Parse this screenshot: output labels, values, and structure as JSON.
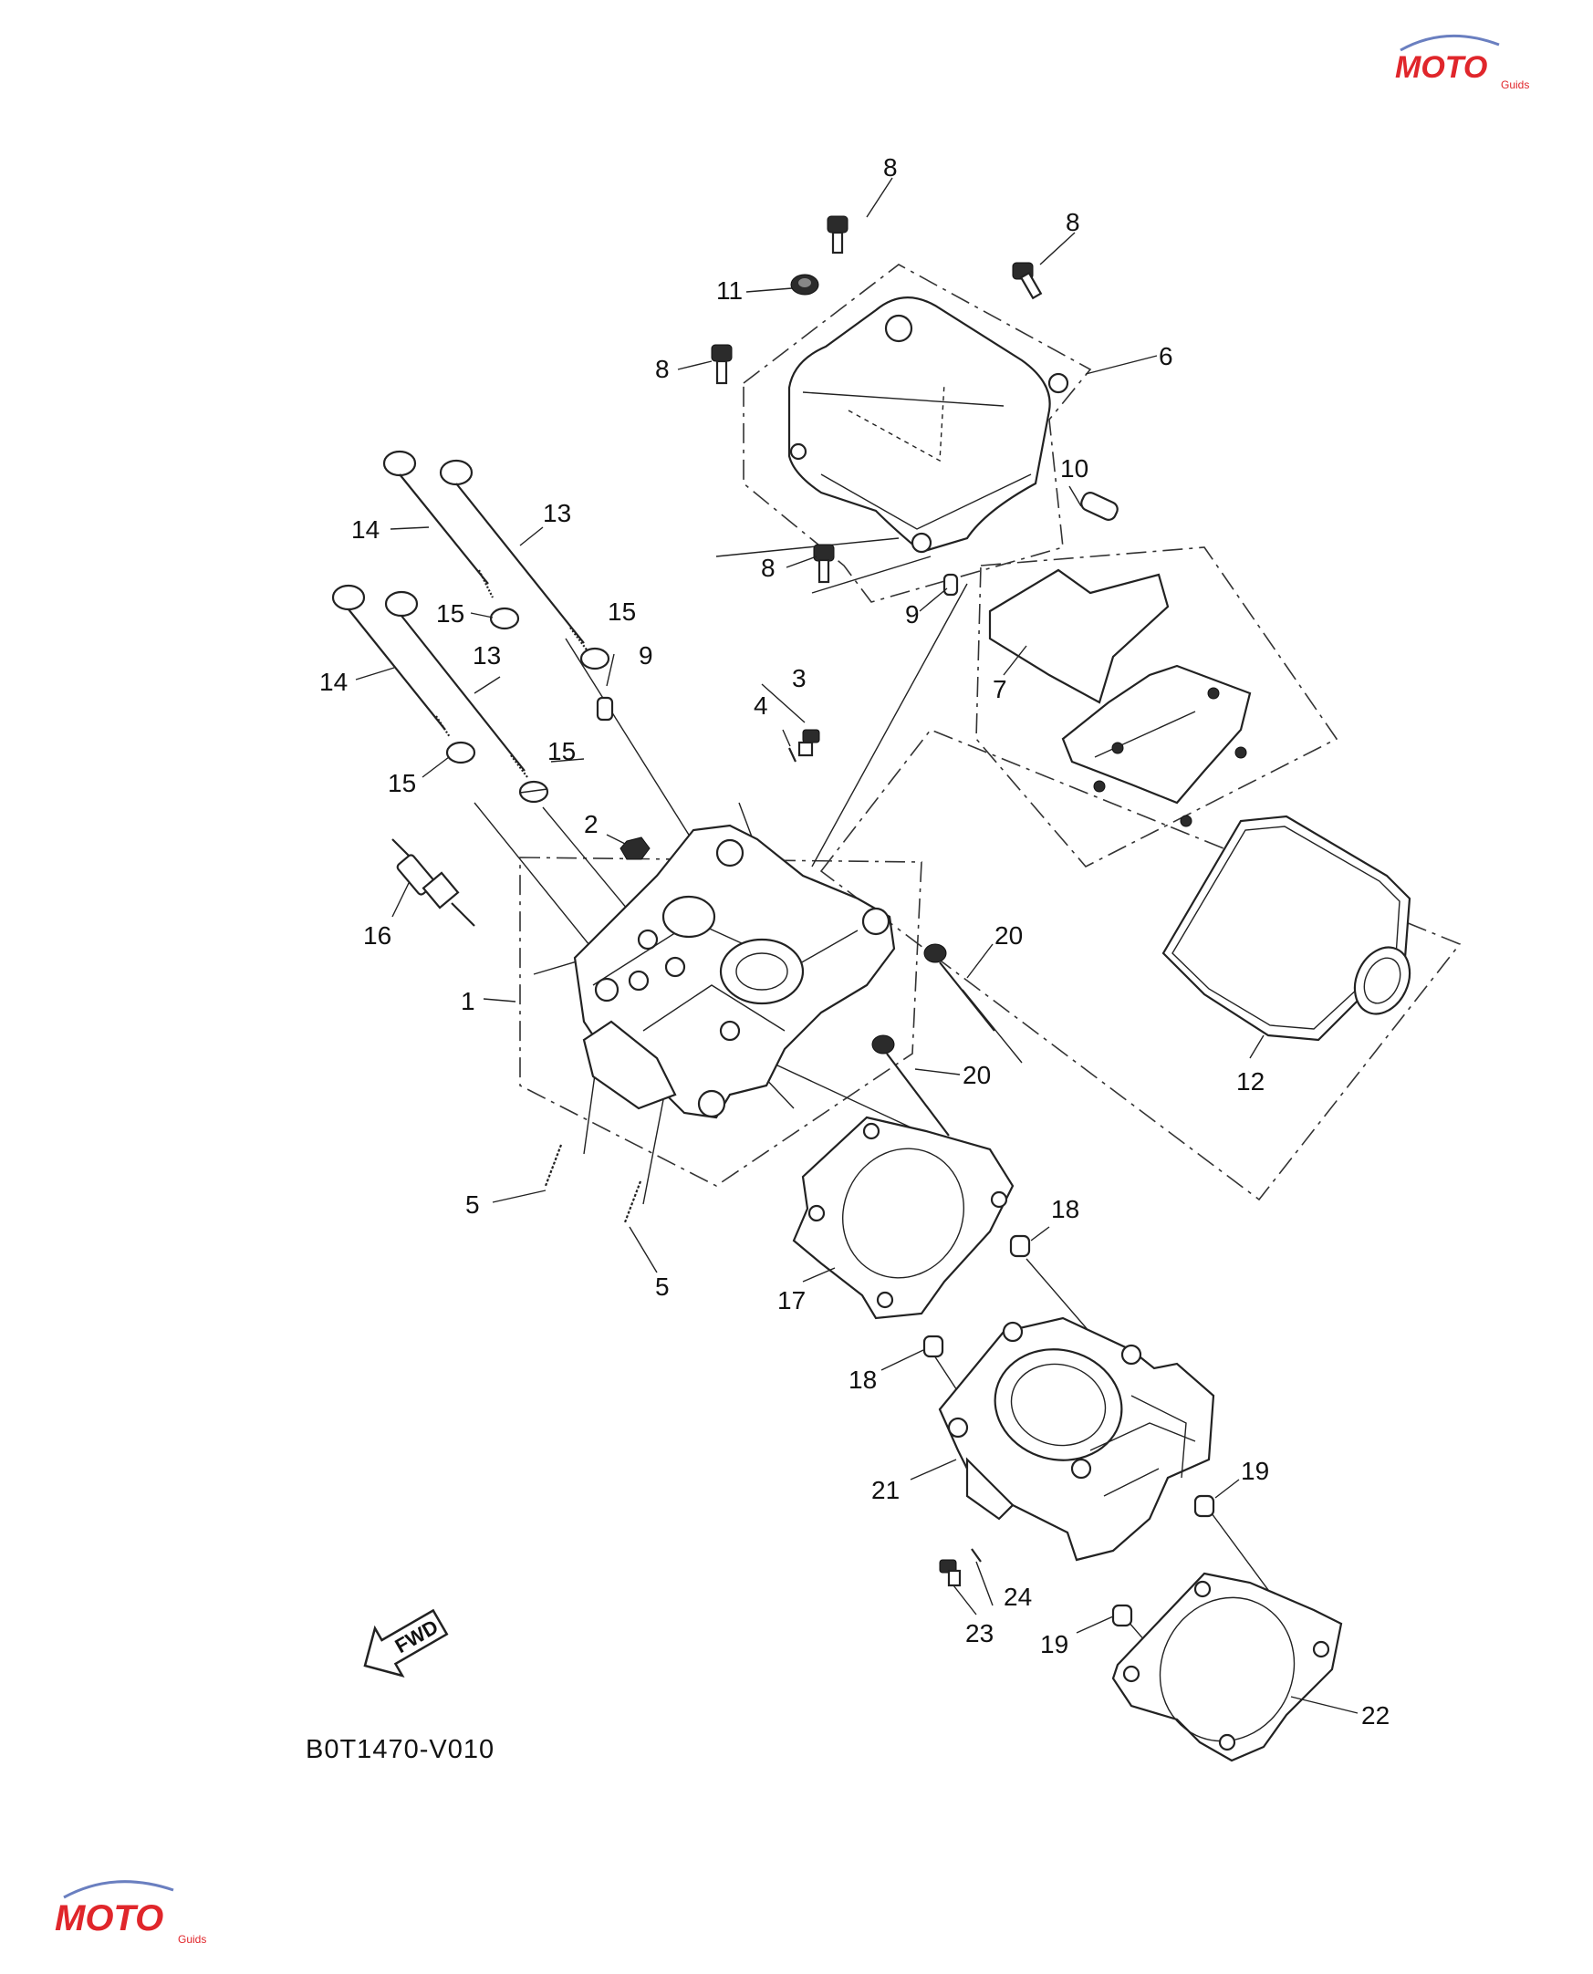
{
  "diagram_code": "B0T1470-V010",
  "fwd_label": "FWD",
  "watermark": {
    "text": "MOTO",
    "subtext": "Guids",
    "color": "#e0262b",
    "accent": "#6a7fc0"
  },
  "callouts": {
    "c1": "1",
    "c2": "2",
    "c3": "3",
    "c4": "4",
    "c5a": "5",
    "c5b": "5",
    "c6": "6",
    "c7": "7",
    "c8a": "8",
    "c8b": "8",
    "c8c": "8",
    "c8d": "8",
    "c9a": "9",
    "c9b": "9",
    "c10": "10",
    "c11": "11",
    "c12": "12",
    "c13a": "13",
    "c13b": "13",
    "c14a": "14",
    "c14b": "14",
    "c15a": "15",
    "c15b": "15",
    "c15c": "15",
    "c15d": "15",
    "c16": "16",
    "c17": "17",
    "c18a": "18",
    "c18b": "18",
    "c19a": "19",
    "c19b": "19",
    "c20a": "20",
    "c20b": "20",
    "c21": "21",
    "c22": "22",
    "c23": "23",
    "c24": "24"
  }
}
